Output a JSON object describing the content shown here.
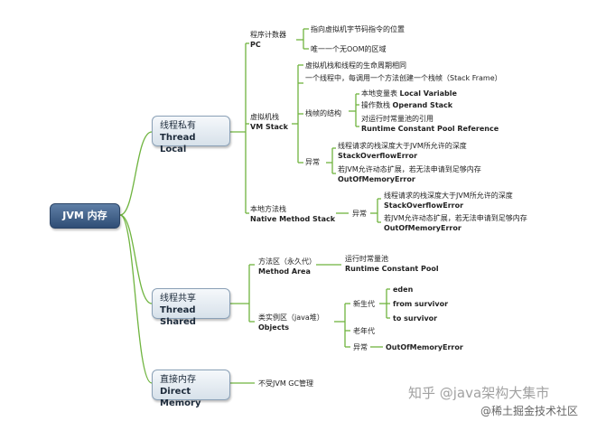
{
  "root": {
    "label": "JVM 内存"
  },
  "thread_private": {
    "label_cn": "线程私有",
    "label_en": "Thread Local",
    "pc": {
      "label_cn": "程序计数器",
      "label_en": "PC",
      "items": [
        "指向虚拟机字节码指令的位置",
        "唯一一个无OOM的区域"
      ]
    },
    "vm_stack": {
      "label_cn": "虚拟机栈",
      "label_en": "VM Stack",
      "items": [
        "虚拟机栈和线程的生命周期相同",
        "一个线程中，每调用一个方法创建一个栈帧（Stack Frame）"
      ],
      "frame": {
        "label": "栈帧的结构",
        "items": [
          {
            "cn": "本地变量表",
            "en": "Local Variable"
          },
          {
            "cn": "操作数栈",
            "en": "Operand Stack"
          },
          {
            "cn": "对运行时常量池的引用",
            "en": "Runtime Constant Pool Reference"
          }
        ]
      },
      "exceptions": {
        "label": "异常",
        "items": [
          {
            "cn": "线程请求的栈深度大于JVM所允许的深度",
            "en": "StackOverflowError"
          },
          {
            "cn": "若JVM允许动态扩展，若无法申请到足够内存",
            "en": "OutOfMemoryError"
          }
        ]
      }
    },
    "native_stack": {
      "label_cn": "本地方法栈",
      "label_en": "Native Method Stack",
      "exceptions": {
        "label": "异常",
        "items": [
          {
            "cn": "线程请求的栈深度大于JVM所允许的深度",
            "en": "StackOverflowError"
          },
          {
            "cn": "若JVM允许动态扩展，若无法申请到足够内存",
            "en": "OutOfMemoryError"
          }
        ]
      }
    }
  },
  "thread_shared": {
    "label_cn": "线程共享",
    "label_en": "Thread Shared",
    "method_area": {
      "label_cn": "方法区（永久代）",
      "label_en": "Method Area",
      "item_cn": "运行时常量池",
      "item_en": "Runtime Constant Pool"
    },
    "objects": {
      "label_cn": "类实例区（java堆）",
      "label_en": "Objects",
      "young": {
        "label": "新生代",
        "items": [
          "eden",
          "from survivor",
          "to survivor"
        ]
      },
      "old": {
        "label": "老年代"
      },
      "exception": {
        "label": "异常",
        "value": "OutOfMemoryError"
      }
    }
  },
  "direct_memory": {
    "label_cn": "直接内存",
    "label_en": "Direct Memory",
    "note": "不受JVM GC管理"
  },
  "watermark": {
    "line1": "知乎 @java架构大集市",
    "line2": "@稀土掘金技术社区"
  },
  "colors": {
    "branch": "#6fb43f",
    "root": "#3c5c86",
    "node": "#dbe4ed"
  }
}
